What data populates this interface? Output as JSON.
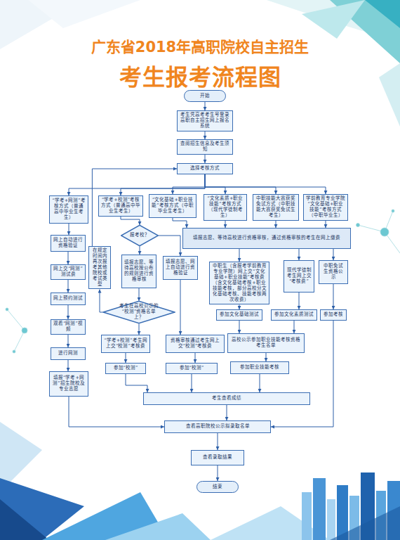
{
  "diagram": {
    "title": "广东省2018年高职院校自主招生",
    "nodes": [
      {
        "text": [
          "开始"
        ]
      },
      {
        "text": [
          "考生凭高考考生号登录高职自主招生网上报名系统"
        ]
      },
      {
        "text": [
          "查阅招生信息及考生须知"
        ]
      },
      {
        "text": [
          "选择考核方式"
        ]
      },
      {
        "text": [
          "“学考+网测”考核方式（普通高中毕业生考生）"
        ]
      },
      {
        "text": [
          "“学考+校测”考核方式（普通高中毕业生考生）"
        ]
      },
      {
        "text": [
          "“文化基础+职业技能”考核方式（中职毕业生考生）"
        ]
      },
      {
        "text": [
          "“文化素质+职业技能”考核方式（现代学徒制考生）"
        ]
      },
      {
        "text": [
          "中职技能大赛获奖免试方式（中职技能大赛获奖免试生考生）"
        ]
      },
      {
        "text": [
          "学前教育专业学院“文化基础+职业技能”考核方式（中职毕业生）"
        ]
      },
      {
        "text": [
          "网上自动进行资格验证"
        ]
      },
      {
        "text": [
          "网上交“网测”测试费"
        ]
      },
      {
        "text": [
          "网上预约测试"
        ]
      },
      {
        "text": [
          "观看“网测”视频"
        ]
      },
      {
        "text": [
          "进行网测"
        ]
      },
      {
        "text": [
          "填报“学考+网测”招生院校及专业志愿"
        ]
      },
      {
        "text": [
          "在规定时间内再次报考其他院校或考试类型"
        ]
      },
      {
        "text": [
          "报考校？"
        ]
      },
      {
        "text": [
          "填报志愿、等待高校按公布的规则进行资格审核"
        ]
      },
      {
        "text": [
          "填报志愿、网上自动进行资格验证"
        ]
      },
      {
        "text": [
          "考生在高校公示的“校测”资格名单上？"
        ]
      },
      {
        "text": [
          "“学考+校测”考生网上交“校测”考核费"
        ]
      },
      {
        "text": [
          "资格审核通过考生网上交“校测”考核费"
        ]
      },
      {
        "text": [
          "参加“校测”"
        ]
      },
      {
        "text": [
          "参加“校测”"
        ]
      },
      {
        "text": [
          "填报志愿、等待高校进行资格审核，通过资格审核的考生在网上缴费"
        ]
      },
      {
        "text": [
          "中职生（含报考学前教育专业学院）网上交“文化基础+职业技能”考核费（含文化基础考核+职业技能考核，部分高校分文化基础考核、技能考核两次收费）"
        ]
      },
      {
        "text": [
          "现代学徒制考生网上交“考核费”"
        ]
      },
      {
        "text": [
          "中职免试生资格公示"
        ]
      },
      {
        "text": [
          "参加文化基础测试"
        ]
      },
      {
        "text": [
          "参加文化素质测试"
        ]
      },
      {
        "text": [
          "参加考核"
        ]
      },
      {
        "text": [
          "高校公示参加职业技能考核资格考生名单"
        ]
      },
      {
        "text": [
          "参加职业技能考核"
        ]
      },
      {
        "text": [
          "考生查看成绩"
        ]
      },
      {
        "text": [
          "查看高职院校公示拟录取名单"
        ]
      },
      {
        "text": [
          "查看录取结果"
        ]
      },
      {
        "text": [
          "结束"
        ]
      }
    ],
    "edges": [
      {
        "from": 0,
        "to": 1,
        "arrow": "to"
      },
      {
        "from": 1,
        "to": 2,
        "arrow": "to"
      },
      {
        "from": 2,
        "to": 3,
        "arrow": "to"
      },
      {
        "from": 3,
        "to": 4,
        "arrow": "to"
      },
      {
        "from": 3,
        "to": 5,
        "arrow": "to"
      },
      {
        "from": 3,
        "to": 6,
        "arrow": "to"
      },
      {
        "from": 3,
        "to": 7,
        "arrow": "to"
      },
      {
        "from": 3,
        "to": 8,
        "arrow": "to"
      },
      {
        "from": 3,
        "to": 9,
        "arrow": "to"
      },
      {
        "from": 4,
        "to": 10,
        "arrow": "to"
      },
      {
        "from": 10,
        "to": 11,
        "arrow": "to"
      },
      {
        "from": 11,
        "to": 12,
        "arrow": "to"
      },
      {
        "from": 12,
        "to": 13,
        "arrow": "to"
      },
      {
        "from": 13,
        "to": 14,
        "arrow": "to"
      },
      {
        "from": 14,
        "to": 15,
        "arrow": "to"
      },
      {
        "from": 15,
        "to": 35,
        "arrow": "to"
      },
      {
        "from": 5,
        "to": 17,
        "arrow": "to"
      },
      {
        "from": 17,
        "to": 18,
        "arrow": "to"
      },
      {
        "from": 17,
        "to": 19,
        "arrow": "to"
      },
      {
        "from": 18,
        "to": 20,
        "arrow": "to"
      },
      {
        "from": 20,
        "to": 21,
        "arrow": "to"
      },
      {
        "from": 20,
        "to": 16,
        "arrow": "to"
      },
      {
        "from": 16,
        "to": 3,
        "arrow": "to"
      },
      {
        "from": 19,
        "to": 22,
        "arrow": "to"
      },
      {
        "from": 21,
        "to": 23,
        "arrow": "to"
      },
      {
        "from": 22,
        "to": 24,
        "arrow": "to"
      },
      {
        "from": 23,
        "to": 34,
        "arrow": "to"
      },
      {
        "from": 24,
        "to": 34,
        "arrow": "to"
      },
      {
        "from": 6,
        "to": 25,
        "arrow": "to"
      },
      {
        "from": 7,
        "to": 25,
        "arrow": "to"
      },
      {
        "from": 8,
        "to": 25,
        "arrow": "to"
      },
      {
        "from": 9,
        "to": 25,
        "arrow": "to"
      },
      {
        "from": 25,
        "to": 26,
        "arrow": "to"
      },
      {
        "from": 25,
        "to": 27,
        "arrow": "to"
      },
      {
        "from": 25,
        "to": 28,
        "arrow": "to"
      },
      {
        "from": 26,
        "to": 29,
        "arrow": "to"
      },
      {
        "from": 27,
        "to": 30,
        "arrow": "to"
      },
      {
        "from": 28,
        "to": 31,
        "arrow": "to"
      },
      {
        "from": 29,
        "to": 32,
        "arrow": "to"
      },
      {
        "from": 30,
        "to": 32,
        "arrow": "to"
      },
      {
        "from": 32,
        "to": 33,
        "arrow": "to"
      },
      {
        "from": 33,
        "to": 34,
        "arrow": "to"
      },
      {
        "from": 31,
        "to": 35,
        "arrow": "to"
      },
      {
        "from": 34,
        "to": 35,
        "arrow": "to"
      },
      {
        "from": 35,
        "to": 36,
        "arrow": "to"
      },
      {
        "from": 36,
        "to": 37,
        "arrow": "to"
      }
    ],
    "labels": [
      "考生报考流程图"
    ]
  }
}
